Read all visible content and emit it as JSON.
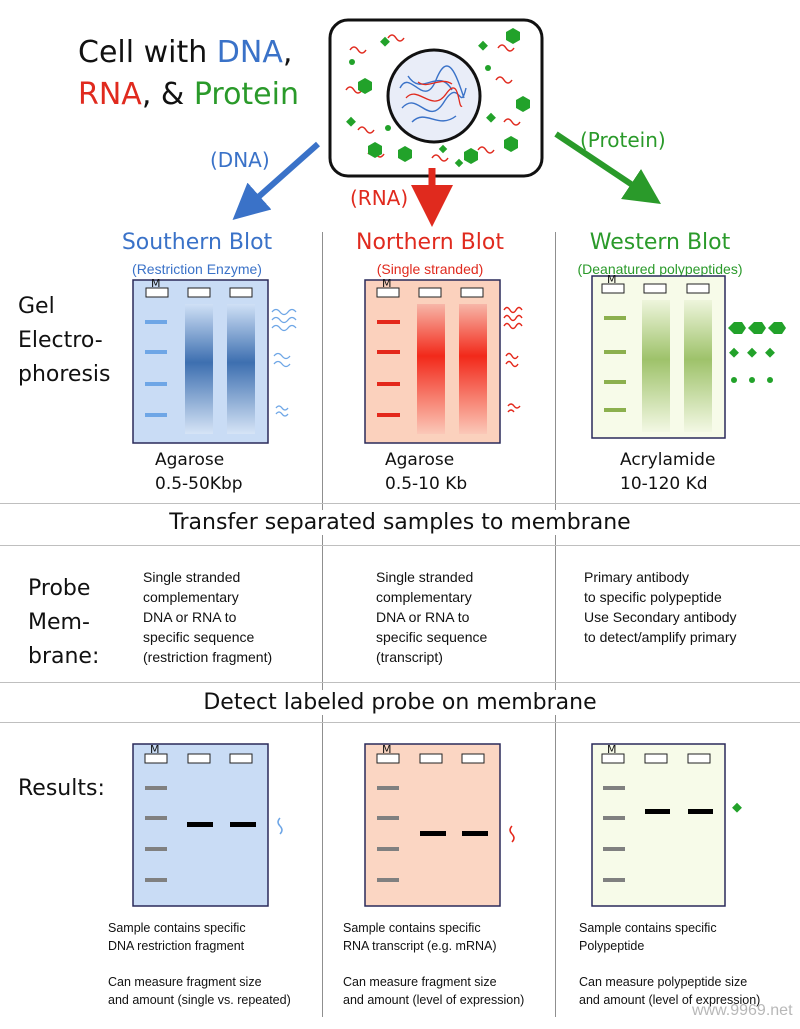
{
  "header": {
    "line1_prefix": "Cell with ",
    "line1_dna": "DNA",
    "line1_suffix": ",",
    "line2_rna": "RNA",
    "line2_mid": ", & ",
    "line2_protein": "Protein"
  },
  "arrows": {
    "dna": "(DNA)",
    "rna": "(RNA)",
    "protein": "(Protein)"
  },
  "colors": {
    "dna": "#3a72c8",
    "rna": "#e02a1e",
    "protein": "#2a9a2a"
  },
  "blots": [
    {
      "title": "Southern Blot",
      "subtitle": "(Restriction Enzyme)",
      "gel_type": "Agarose",
      "gel_range": "0.5-50Kbp",
      "probe": [
        "Single stranded",
        "complementary",
        "DNA or RNA to",
        "specific sequence",
        "(restriction fragment)"
      ],
      "result": [
        "Sample contains specific",
        "DNA restriction fragment",
        "",
        "Can measure fragment size",
        "and amount (single vs. repeated)"
      ]
    },
    {
      "title": "Northern Blot",
      "subtitle": "(Single stranded)",
      "gel_type": "Agarose",
      "gel_range": "0.5-10 Kb",
      "probe": [
        "Single stranded",
        "complementary",
        "DNA or RNA to",
        "specific sequence",
        "(transcript)"
      ],
      "result": [
        "Sample contains specific",
        "RNA transcript (e.g. mRNA)",
        "",
        "Can measure fragment size",
        "and amount (level of expression)"
      ]
    },
    {
      "title": "Western Blot",
      "subtitle": "(Deanatured polypeptides)",
      "gel_type": "Acrylamide",
      "gel_range": "10-120 Kd",
      "probe": [
        "Primary antibody",
        "to specific polypeptide",
        "Use Secondary antibody",
        "to detect/amplify primary"
      ],
      "result": [
        "Sample contains specific",
        "Polypeptide",
        "",
        "Can measure polypeptide size",
        "and amount (level of expression)"
      ]
    }
  ],
  "gel_marker_label": "M",
  "row_labels": {
    "gel": [
      "Gel",
      "Electro-",
      "phoresis"
    ],
    "probe": [
      "Probe",
      "Mem-",
      "brane:"
    ],
    "results": "Results:"
  },
  "steps": {
    "transfer": "Transfer separated samples to membrane",
    "detect": "Detect labeled probe on membrane"
  },
  "watermark": "www.9969.net"
}
